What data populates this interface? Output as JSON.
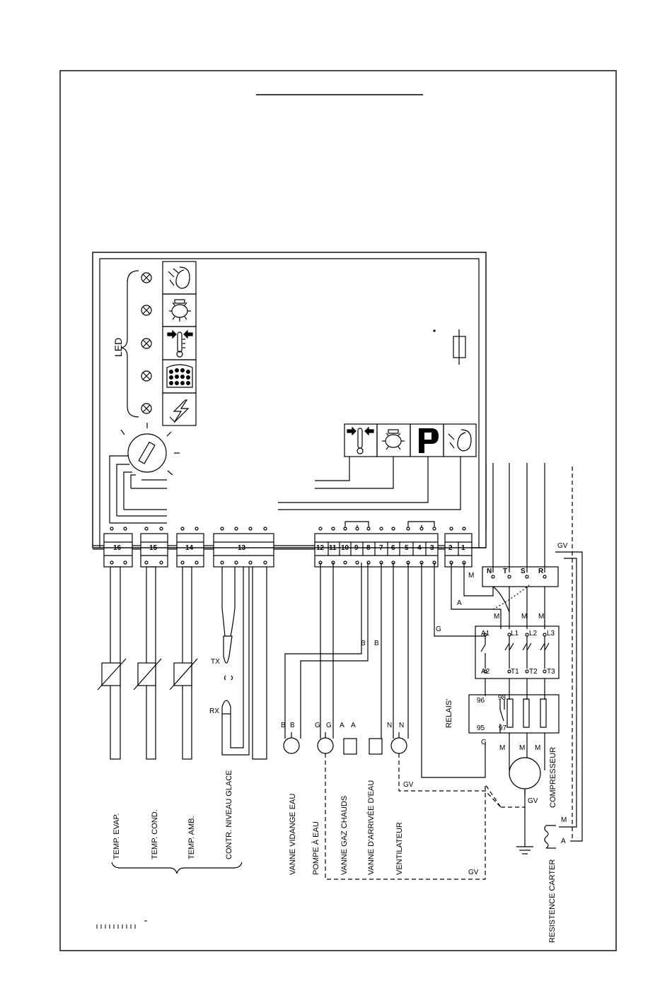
{
  "labels": {
    "led": "LED",
    "tx": "TX",
    "rx": "RX",
    "relais": "RELAIS'",
    "compresseur": "COMPRESSEUR",
    "resistence_carter": "RESISTENCE CARTER",
    "ventilateur": "VENTILATEUR",
    "vanne_arrivee": "VANNE D'ARRIVÉE D'EAU",
    "vanne_gaz": "VANNE GAZ CHAUDS",
    "pompe": "POMPE À EAU",
    "vanne_vidange": "VANNE VIDANGE EAU",
    "contr_niveau": "CONTR. NIVEAU GLACE",
    "temp_amb": "TEMP. AMB.",
    "temp_cond": "TEMP. COND.",
    "temp_evap": "TEMP. EVAP."
  },
  "terminals_left": [
    "16",
    "15",
    "14",
    "13"
  ],
  "terminals_right": [
    "12",
    "11",
    "10",
    "9",
    "8",
    "7",
    "6",
    "5",
    "4",
    "3",
    "2",
    "1"
  ],
  "power_terminals": [
    "N",
    "T",
    "S",
    "R"
  ],
  "contactor_top": [
    "A1",
    "L1",
    "L2",
    "L3"
  ],
  "contactor_bottom": [
    "A2",
    "T1",
    "T2",
    "T3"
  ],
  "relay_contacts": [
    "96",
    "98",
    "95",
    "97"
  ],
  "wire_codes": {
    "gv": "GV",
    "m": "M",
    "a": "A",
    "g": "G",
    "b": "B",
    "n": "N"
  },
  "panel_icons": [
    "drain-icon",
    "compressor-icon",
    "thermometer-icon",
    "ice-cubes-icon",
    "power-icon"
  ],
  "bottom_icons": [
    "thermometer-icon",
    "compressor-icon",
    "p-icon",
    "drain-icon"
  ]
}
